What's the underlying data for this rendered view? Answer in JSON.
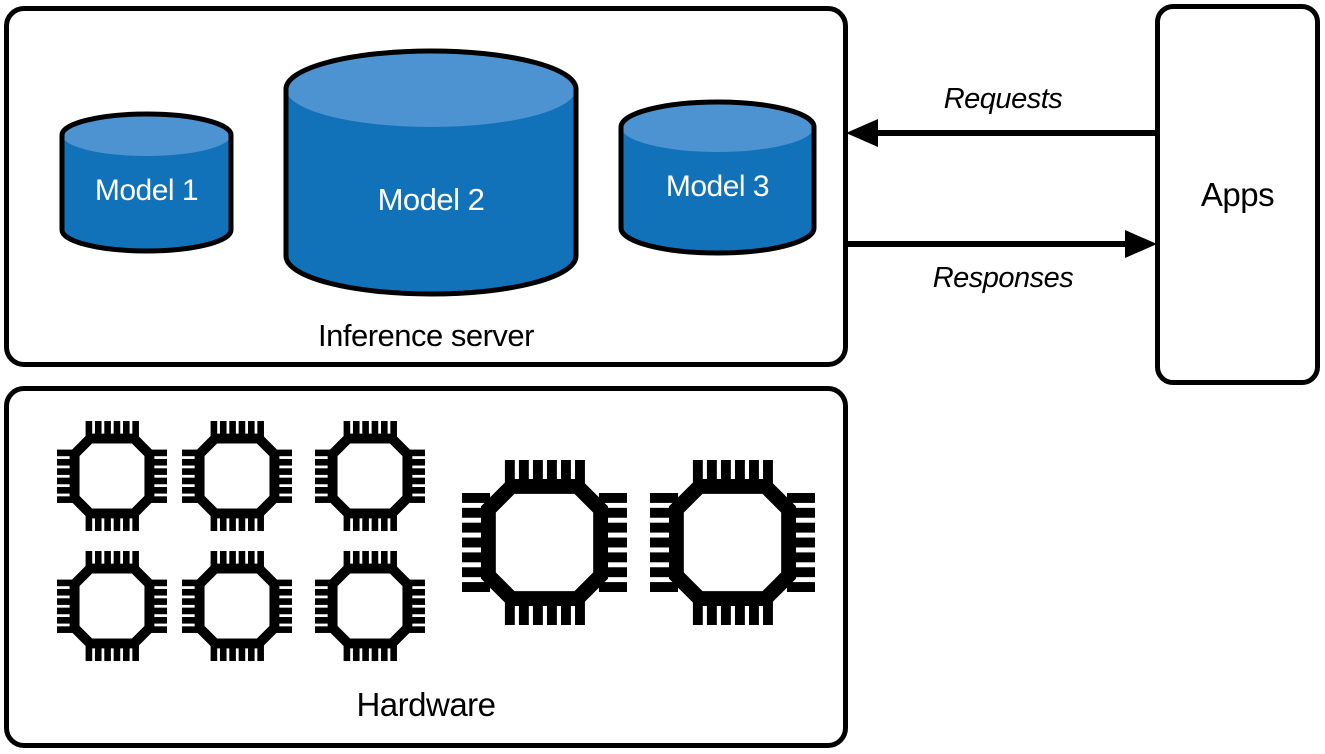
{
  "diagram": {
    "inference_server": {
      "label": "Inference server",
      "models": [
        {
          "label": "Model 1",
          "size": "small"
        },
        {
          "label": "Model 2",
          "size": "large"
        },
        {
          "label": "Model 3",
          "size": "medium"
        }
      ]
    },
    "apps": {
      "label": "Apps"
    },
    "arrows": {
      "requests": {
        "label": "Requests",
        "direction": "apps-to-inference-server"
      },
      "responses": {
        "label": "Responses",
        "direction": "inference-server-to-apps"
      }
    },
    "hardware": {
      "label": "Hardware",
      "small_chip_count": 6,
      "large_chip_count": 2,
      "chip_icon": "microchip-icon"
    },
    "colors": {
      "cylinder_body": "#1272b9",
      "cylinder_top": "#4d93d2",
      "outline": "#000000",
      "background": "#ffffff",
      "model_label_text": "#ffffff"
    }
  }
}
